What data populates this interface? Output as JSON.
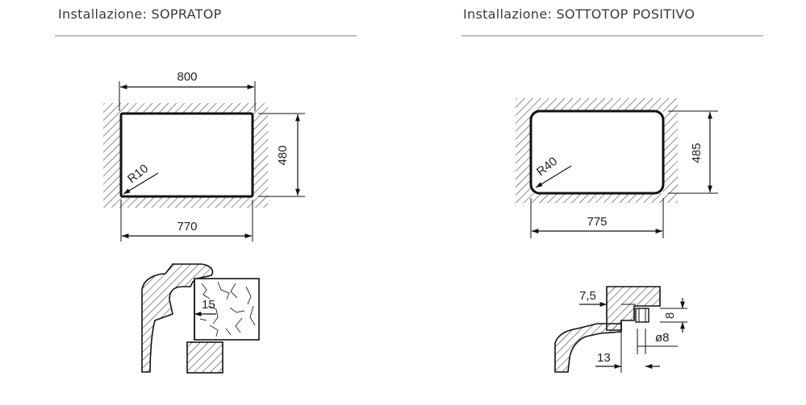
{
  "panels": [
    {
      "title": "Installazione: SOPRATOP",
      "dimensions": {
        "top_width": "800",
        "height": "480",
        "bottom_width": "770",
        "radius": "R10",
        "section_thickness": "15"
      }
    },
    {
      "title": "Installazione: SOTTOTOP POSITIVO",
      "dimensions": {
        "height": "485",
        "bottom_width": "775",
        "radius": "R40",
        "offset": "7,5",
        "stud_height": "8",
        "stud_diameter": "ø8",
        "stud_distance": "13"
      }
    }
  ]
}
